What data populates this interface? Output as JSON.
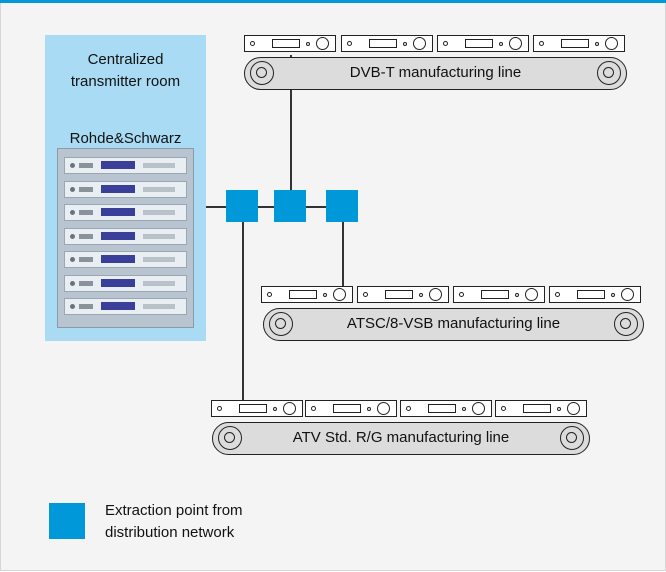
{
  "room": {
    "title": "Centralized\ntransmitter room",
    "brand": "Rohde&Schwarz"
  },
  "lines": {
    "dvbt": "DVB-T manufacturing line",
    "atsc": "ATSC/8-VSB manufacturing line",
    "atv": "ATV Std. R/G manufacturing line"
  },
  "legend": {
    "text": "Extraction point from\ndistribution network"
  },
  "colors": {
    "accent": "#0098d8",
    "room": "#a9dcf4",
    "conveyor": "#dcdcdc"
  },
  "icons": {
    "device": "tv-test-transmitter-icon",
    "roller": "conveyor-roller-icon"
  }
}
